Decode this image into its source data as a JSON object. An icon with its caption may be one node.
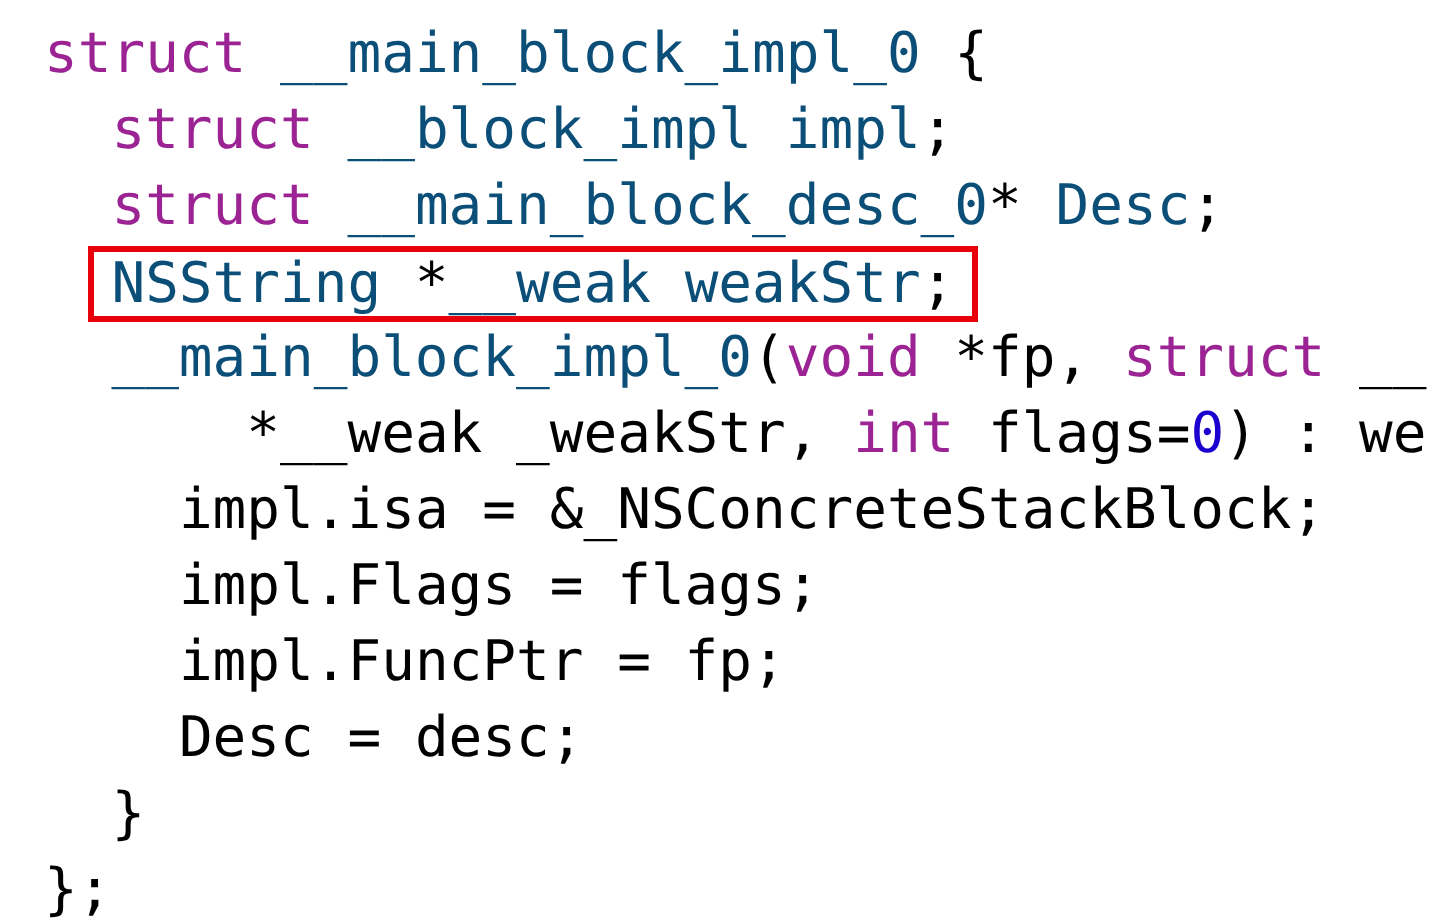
{
  "diagram": {
    "nodes": [
      {
        "text": [
          "NSString *__weak weakStr;"
        ]
      }
    ],
    "labels": [
      "struct __main_block_impl_0 {",
      "struct __block_impl impl;",
      "struct __main_block_desc_0* Desc;",
      "__main_block_impl_0(void *fp, struct __",
      "*__weak _weakStr, int flags=0) : we",
      "impl.isa = &_NSConcreteStackBlock;",
      "impl.Flags = flags;",
      "impl.FuncPtr = fp;",
      "Desc = desc;",
      "}",
      "};"
    ]
  }
}
